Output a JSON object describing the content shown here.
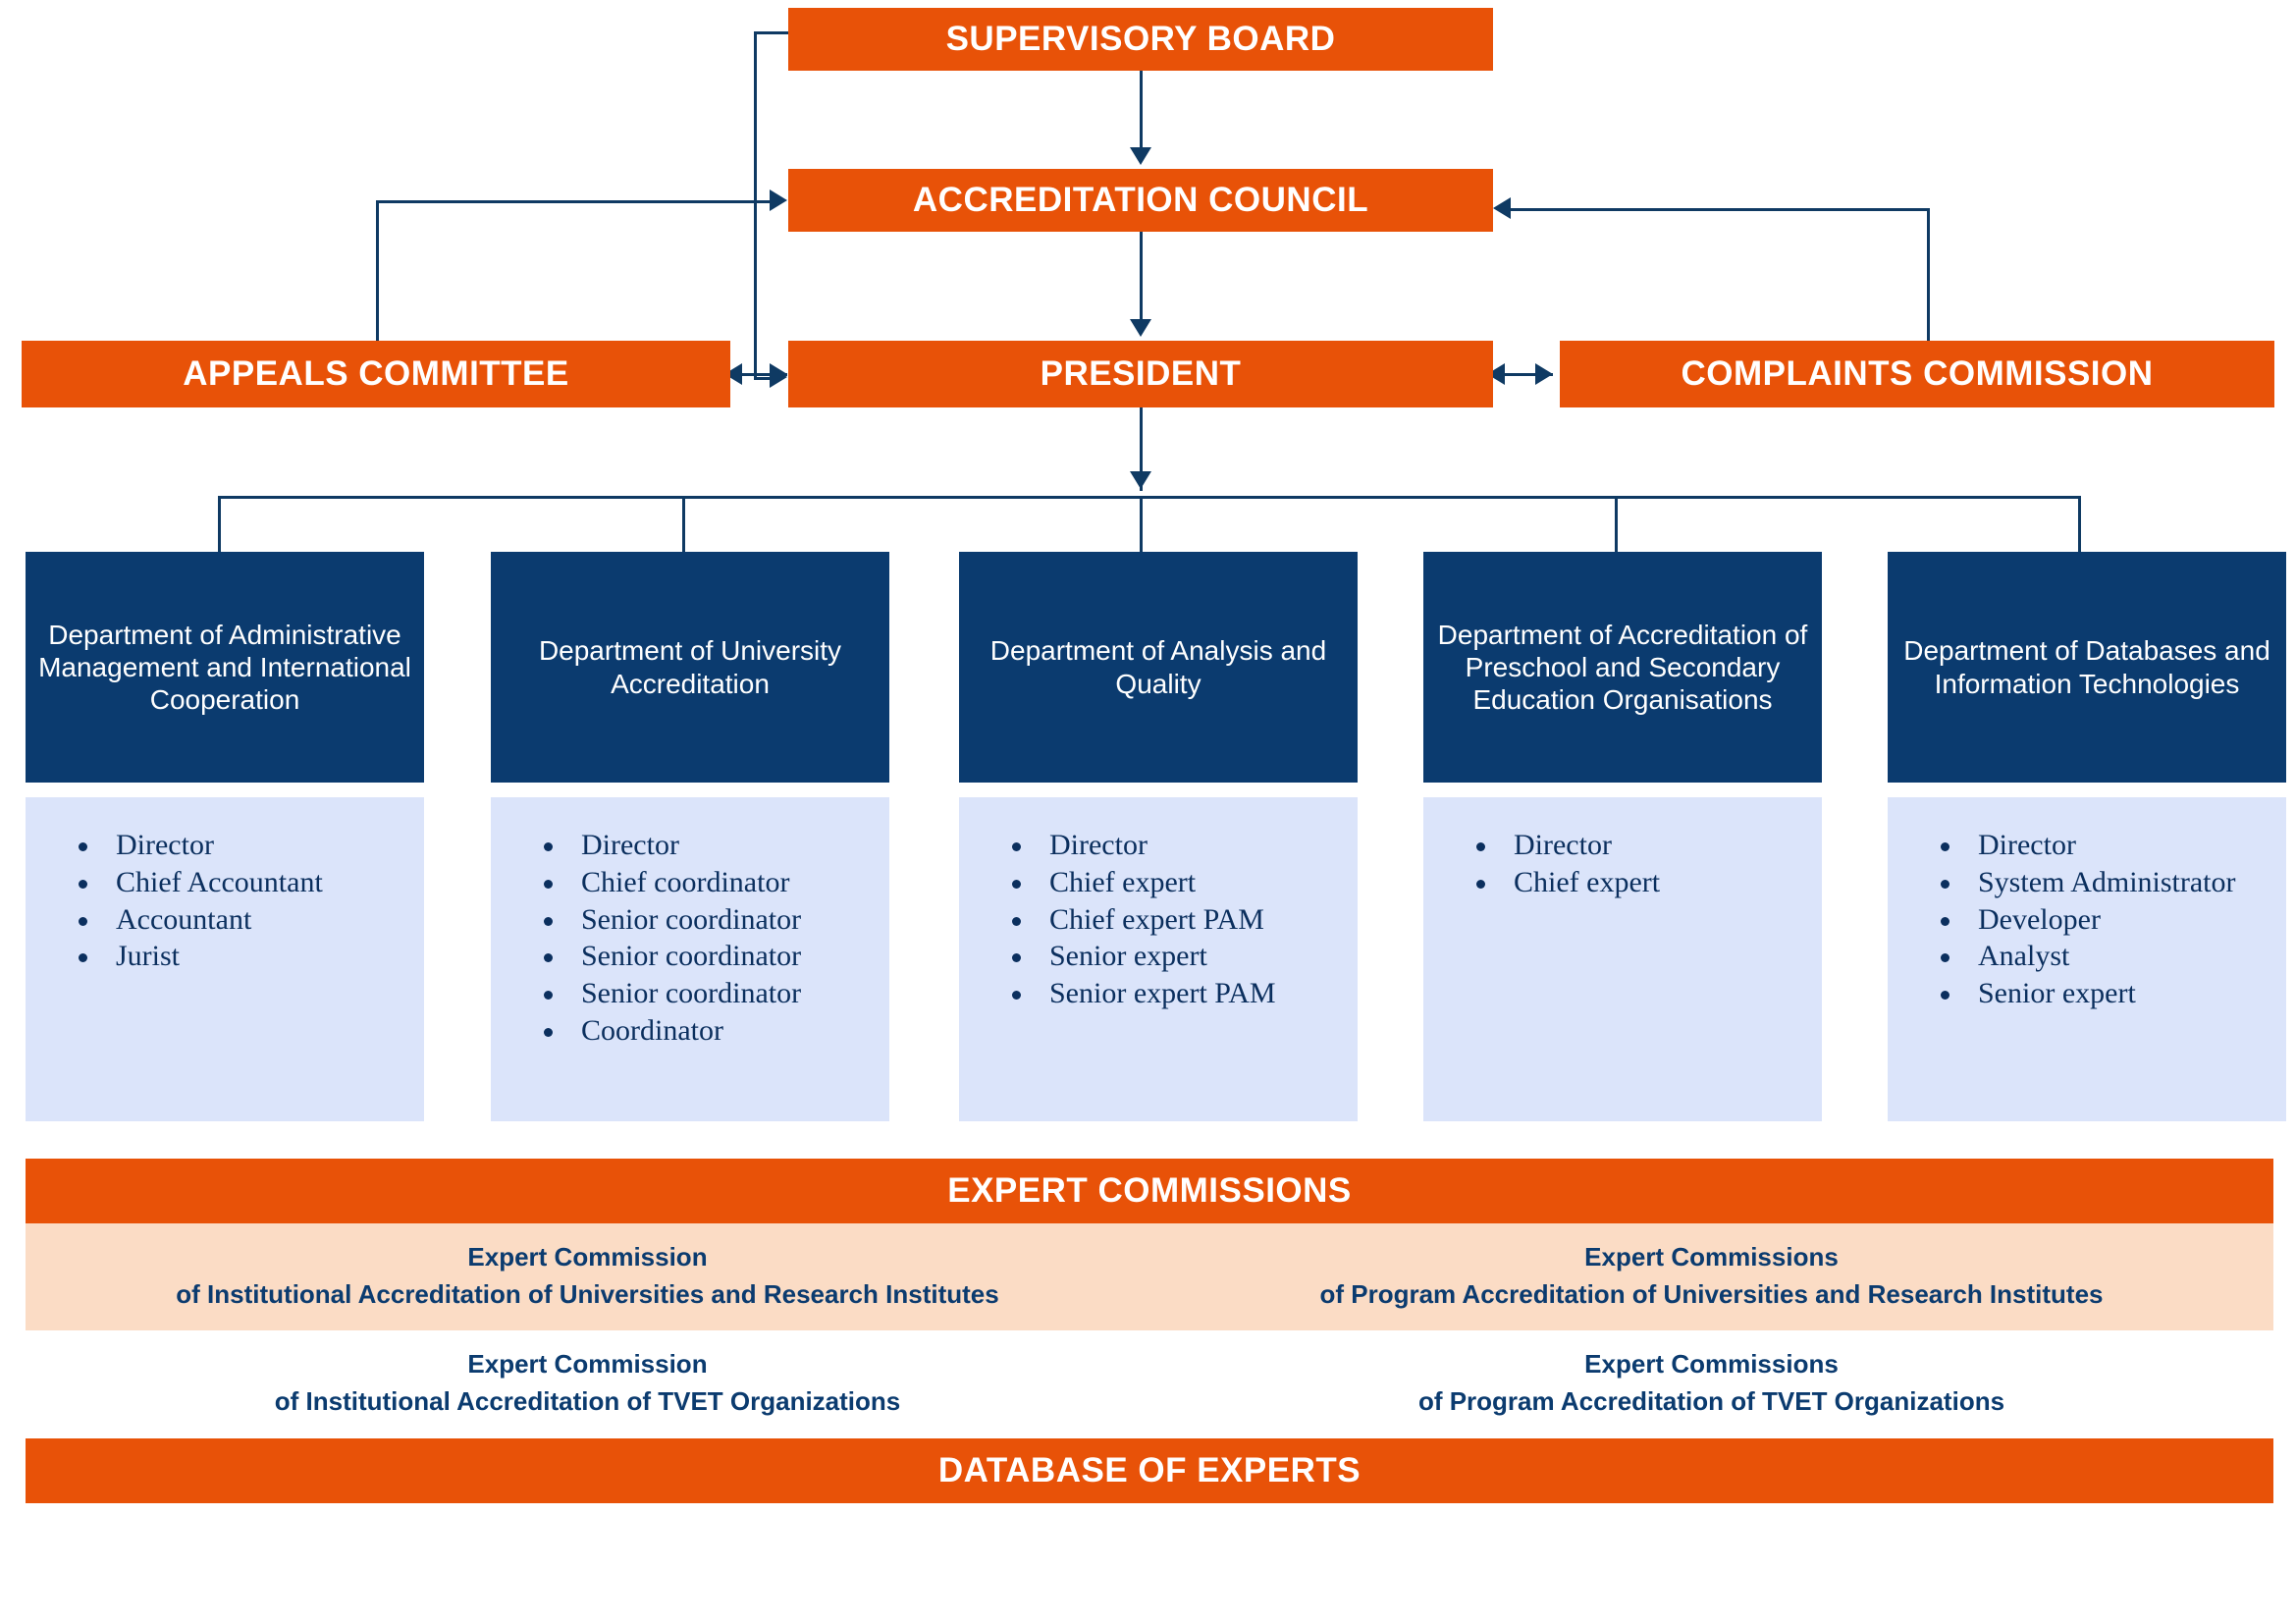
{
  "top_tier": {
    "supervisory_board": "SUPERVISORY BOARD",
    "accreditation_council": "ACCREDITATION COUNCIL",
    "appeals_committee": "APPEALS COMMITTEE",
    "president": "PRESIDENT",
    "complaints_commission": "COMPLAINTS COMMISSION"
  },
  "departments": [
    {
      "title": "Department of Administrative Management and International Cooperation",
      "staff": [
        "Director",
        "Chief Accountant",
        "Accountant",
        "Jurist"
      ]
    },
    {
      "title": "Department of University Accreditation",
      "staff": [
        "Director",
        "Chief coordinator",
        "Senior coordinator",
        "Senior coordinator",
        "Senior coordinator",
        "Coordinator"
      ]
    },
    {
      "title": "Department of Analysis and Quality",
      "staff": [
        "Director",
        "Chief expert",
        "Chief expert PAM",
        "Senior expert",
        "Senior expert PAM"
      ]
    },
    {
      "title": "Department of Accreditation of Preschool and Secondary Education Organisations",
      "staff": [
        "Director",
        "Chief expert"
      ]
    },
    {
      "title": "Department of Databases and Information Technologies",
      "staff": [
        "Director",
        "System Administrator",
        "Developer",
        "Analyst",
        "Senior expert"
      ]
    }
  ],
  "expert_section": {
    "header": "EXPERT COMMISSIONS",
    "rows": [
      {
        "left_line1": "Expert Commission",
        "left_line2": "of Institutional Accreditation of Universities and Research Institutes",
        "right_line1": "Expert Commissions",
        "right_line2": "of Program Accreditation of Universities and Research Institutes"
      },
      {
        "left_line1": "Expert Commission",
        "left_line2": "of Institutional Accreditation of TVET Organizations",
        "right_line1": "Expert Commissions",
        "right_line2": "of Program Accreditation of TVET Organizations"
      }
    ],
    "footer": "DATABASE OF EXPERTS"
  },
  "colors": {
    "orange": "#E85208",
    "navy": "#0B3B6F",
    "light_blue": "#DBE4FA",
    "peach": "#FBDCC5",
    "connector": "#0F3A63"
  }
}
